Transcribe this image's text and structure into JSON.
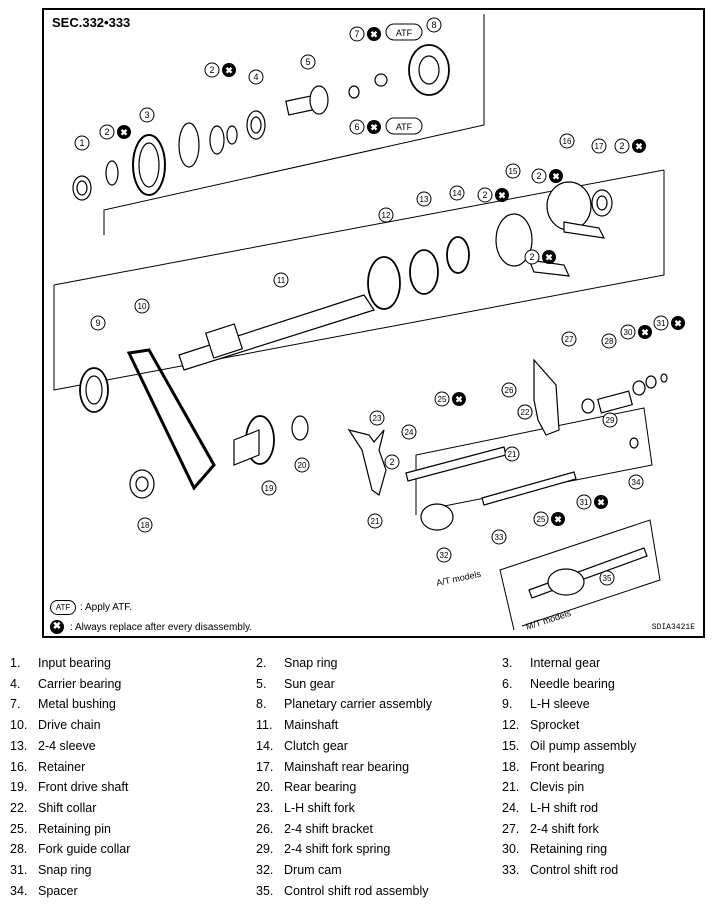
{
  "section_label": "SEC.332•333",
  "document_code": "SDIA3421E",
  "legend": {
    "atf_symbol": "ATF",
    "atf_text": ": Apply ATF.",
    "replace_symbol": "✖",
    "replace_text": ": Always replace after every disassembly."
  },
  "group_labels": {
    "at_models": "A/T models",
    "mt_models": "M/T models"
  },
  "callouts": [
    {
      "num": "1"
    },
    {
      "num": "2"
    },
    {
      "num": "3"
    },
    {
      "num": "4"
    },
    {
      "num": "5"
    },
    {
      "num": "6"
    },
    {
      "num": "7"
    },
    {
      "num": "8"
    },
    {
      "num": "9"
    },
    {
      "num": "10"
    },
    {
      "num": "11"
    },
    {
      "num": "12"
    },
    {
      "num": "13"
    },
    {
      "num": "14"
    },
    {
      "num": "15"
    },
    {
      "num": "16"
    },
    {
      "num": "17"
    },
    {
      "num": "18"
    },
    {
      "num": "19"
    },
    {
      "num": "20"
    },
    {
      "num": "21"
    },
    {
      "num": "22"
    },
    {
      "num": "23"
    },
    {
      "num": "24"
    },
    {
      "num": "25"
    },
    {
      "num": "26"
    },
    {
      "num": "27"
    },
    {
      "num": "28"
    },
    {
      "num": "29"
    },
    {
      "num": "30"
    },
    {
      "num": "31"
    },
    {
      "num": "32"
    },
    {
      "num": "33"
    },
    {
      "num": "34"
    },
    {
      "num": "35"
    },
    {
      "num": "2"
    },
    {
      "num": "2"
    },
    {
      "num": "2"
    },
    {
      "num": "2"
    },
    {
      "num": "2"
    },
    {
      "num": "2"
    },
    {
      "num": "21"
    },
    {
      "num": "22"
    },
    {
      "num": "25"
    },
    {
      "num": "31"
    }
  ],
  "parts": [
    {
      "num": "1.",
      "name": "Input bearing"
    },
    {
      "num": "2.",
      "name": "Snap ring"
    },
    {
      "num": "3.",
      "name": "Internal gear"
    },
    {
      "num": "4.",
      "name": "Carrier bearing"
    },
    {
      "num": "5.",
      "name": "Sun gear"
    },
    {
      "num": "6.",
      "name": "Needle bearing"
    },
    {
      "num": "7.",
      "name": "Metal bushing"
    },
    {
      "num": "8.",
      "name": "Planetary carrier assembly"
    },
    {
      "num": "9.",
      "name": "L-H sleeve"
    },
    {
      "num": "10.",
      "name": "Drive chain"
    },
    {
      "num": "11.",
      "name": "Mainshaft"
    },
    {
      "num": "12.",
      "name": "Sprocket"
    },
    {
      "num": "13.",
      "name": "2-4 sleeve"
    },
    {
      "num": "14.",
      "name": "Clutch gear"
    },
    {
      "num": "15.",
      "name": "Oil pump assembly"
    },
    {
      "num": "16.",
      "name": "Retainer"
    },
    {
      "num": "17.",
      "name": "Mainshaft rear bearing"
    },
    {
      "num": "18.",
      "name": "Front bearing"
    },
    {
      "num": "19.",
      "name": "Front drive shaft"
    },
    {
      "num": "20.",
      "name": "Rear bearing"
    },
    {
      "num": "21.",
      "name": "Clevis pin"
    },
    {
      "num": "22.",
      "name": "Shift collar"
    },
    {
      "num": "23.",
      "name": "L-H shift fork"
    },
    {
      "num": "24.",
      "name": "L-H shift rod"
    },
    {
      "num": "25.",
      "name": "Retaining pin"
    },
    {
      "num": "26.",
      "name": "2-4 shift bracket"
    },
    {
      "num": "27.",
      "name": "2-4 shift fork"
    },
    {
      "num": "28.",
      "name": "Fork guide collar"
    },
    {
      "num": "29.",
      "name": "2-4 shift fork spring"
    },
    {
      "num": "30.",
      "name": "Retaining ring"
    },
    {
      "num": "31.",
      "name": "Snap ring"
    },
    {
      "num": "32.",
      "name": "Drum cam"
    },
    {
      "num": "33.",
      "name": "Control shift rod"
    },
    {
      "num": "34.",
      "name": "Spacer"
    },
    {
      "num": "35.",
      "name": "Control shift rod assembly"
    }
  ]
}
